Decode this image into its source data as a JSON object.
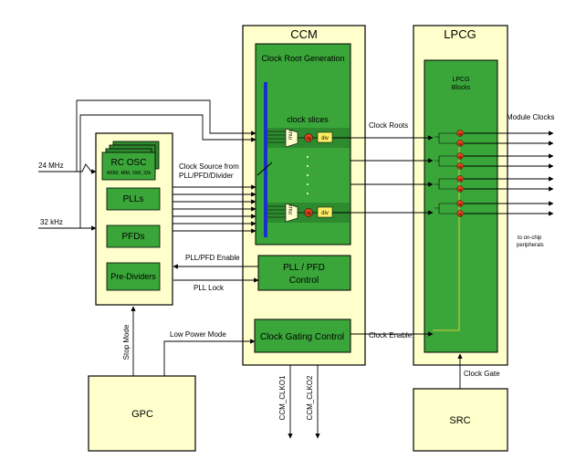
{
  "inputs": {
    "mhz24": "24 MHz",
    "khz32": "32 kHz"
  },
  "osc_block": {
    "rc_osc": "RC OSC",
    "rc_osc_sub": "400M, 48M, 16M, 32k",
    "plls": "PLLs",
    "pfds": "PFDs",
    "pre_dividers": "Pre-Dividers"
  },
  "ccm": {
    "title": "CCM",
    "clock_root_generation": "Clock Root Generation",
    "clock_slices": "clock slices",
    "mux": "mux",
    "cg": "cg",
    "div": "div",
    "pll_pfd_control_line1": "PLL / PFD",
    "pll_pfd_control_line2": "Control",
    "clock_gating_control": "Clock Gating Control"
  },
  "lpcg": {
    "title": "LPCG",
    "blocks_line1": "LPCG",
    "blocks_line2": "Blocks",
    "cg": "cg"
  },
  "labels": {
    "clock_source_line1": "Clock Source from",
    "clock_source_line2": "PLL/PFD/Divider",
    "clock_roots": "Clock Roots",
    "module_clocks": "Module Clocks",
    "on_chip_line1": "to on-chip",
    "on_chip_line2": "peripherals",
    "pll_pfd_enable": "PLL/PFD Enable",
    "pll_lock": "PLL Lock",
    "stop_mode": "Stop Mode",
    "low_power_mode": "Low Power Mode",
    "clock_enable": "Clock Enable",
    "clock_gate": "Clock Gate",
    "clko1": "CCM_CLKO1",
    "clko2": "CCM_CLKO2"
  },
  "blocks": {
    "gpc": "GPC",
    "src": "SRC"
  },
  "colors": {
    "block_fill": "#ffffcc",
    "green": "#3aa63a",
    "green_dark": "#2e8a2e",
    "blue_bar": "#1a2fd0",
    "cg_red": "#e8401c",
    "div_yellow": "#ffee66",
    "gate_line": "#d6cc3a",
    "line": "#000000"
  }
}
